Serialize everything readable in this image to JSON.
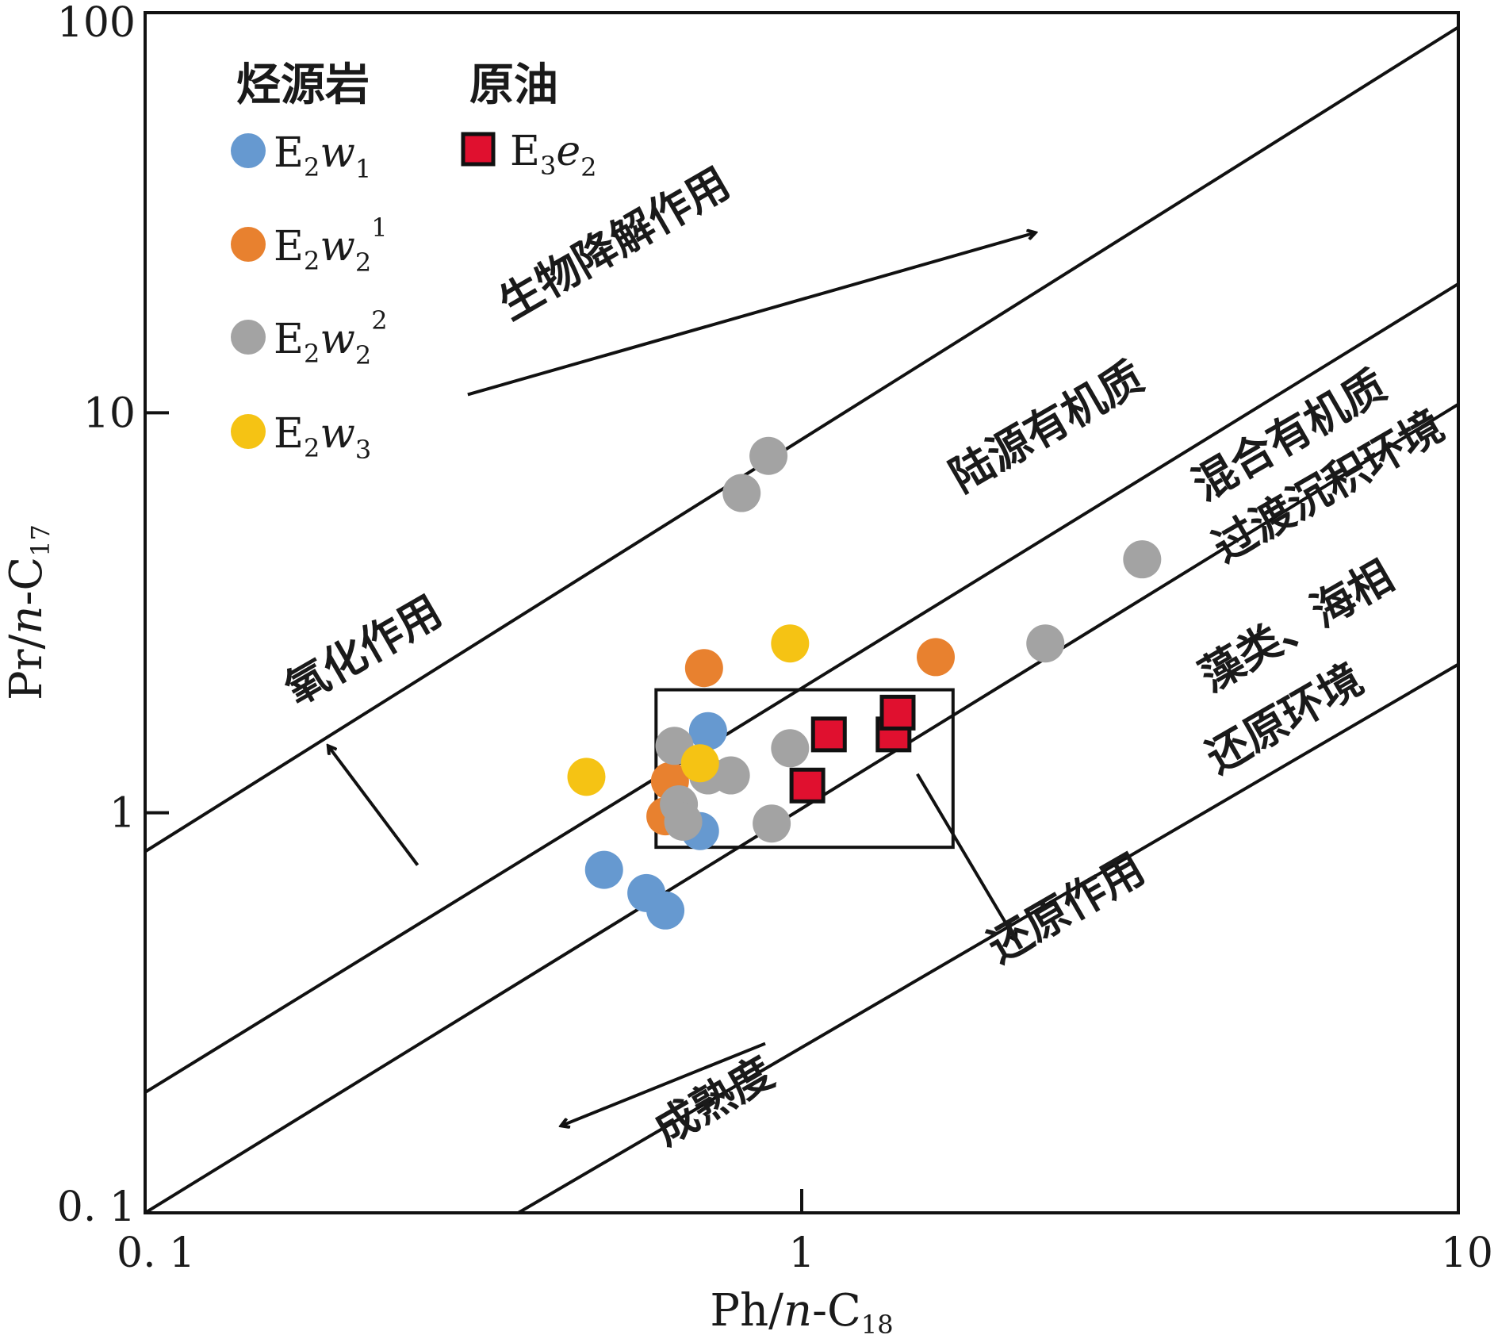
{
  "chart_data": {
    "type": "scatter",
    "xscale": "log",
    "yscale": "log",
    "xlim": [
      0.1,
      10
    ],
    "ylim": [
      0.1,
      100
    ],
    "grid": false,
    "xlabel": {
      "main": "Ph/",
      "italic": "n",
      "rest": "-C",
      "sub": "18"
    },
    "ylabel": {
      "main": "Pr/",
      "italic": "n",
      "rest": "-C",
      "sub": "17"
    },
    "xticks": [
      {
        "value": 0.1,
        "label": "0. 1"
      },
      {
        "value": 1,
        "label": "1"
      },
      {
        "value": 10,
        "label": "10"
      }
    ],
    "yticks": [
      {
        "value": 0.1,
        "label": "0. 1"
      },
      {
        "value": 1,
        "label": "1"
      },
      {
        "value": 10,
        "label": "10"
      },
      {
        "value": 100,
        "label": "100"
      }
    ],
    "legend": {
      "placement": "top-left",
      "source_rock_header": "烃源岩",
      "crude_oil_header": "原油"
    },
    "boundary_lines": [
      {
        "points": [
          [
            0.1,
            0.8
          ],
          [
            10,
            92
          ]
        ]
      },
      {
        "points": [
          [
            0.1,
            0.2
          ],
          [
            10,
            21
          ]
        ]
      },
      {
        "points": [
          [
            0.1,
            0.1
          ],
          [
            10,
            10.5
          ]
        ]
      },
      {
        "points": [
          [
            0.37,
            0.1
          ],
          [
            10,
            2.35
          ]
        ]
      }
    ],
    "highlight_box": {
      "x": [
        0.6,
        1.7
      ],
      "y": [
        0.82,
        2.03
      ]
    },
    "region_labels": [
      {
        "text": "生物降解作用",
        "x": 0.36,
        "y": 17,
        "angle": -30
      },
      {
        "text": "陆源有机质",
        "x": 1.75,
        "y": 6.3,
        "angle": -30
      },
      {
        "text": "混合有机质",
        "x": 4.1,
        "y": 6.0,
        "angle": -30
      },
      {
        "text": "过渡沉积环境",
        "x": 4.4,
        "y": 4.2,
        "angle": -30
      },
      {
        "text": "藻类、海相",
        "x": 4.2,
        "y": 2.0,
        "angle": -30
      },
      {
        "text": "还原环境",
        "x": 4.3,
        "y": 1.25,
        "angle": -30
      },
      {
        "text": "氧化作用",
        "x": 0.17,
        "y": 1.85,
        "angle": -30
      },
      {
        "text": "还原作用",
        "x": 2.0,
        "y": 0.42,
        "angle": -30
      },
      {
        "text": "成熟度",
        "x": 0.62,
        "y": 0.147,
        "angle": -30
      }
    ],
    "arrows": [
      {
        "from": [
          0.26,
          0.74
        ],
        "to": [
          0.19,
          1.47
        ]
      },
      {
        "from": [
          1.5,
          1.25
        ],
        "to": [
          2.12,
          0.48
        ]
      },
      {
        "from": [
          0.31,
          11.1
        ],
        "to": [
          2.27,
          28.2
        ]
      },
      {
        "from": [
          0.88,
          0.265
        ],
        "to": [
          0.43,
          0.165
        ]
      }
    ],
    "series": [
      {
        "name_main": "E",
        "name_sub": "2",
        "name_ital": "w",
        "name_sub2": "1",
        "name_sup": "",
        "marker": "circle",
        "color": "#6699d0",
        "points": [
          [
            0.72,
            1.6
          ],
          [
            0.7,
            0.9
          ],
          [
            0.5,
            0.72
          ],
          [
            0.58,
            0.63
          ],
          [
            0.62,
            0.57
          ]
        ]
      },
      {
        "name_main": "E",
        "name_sub": "2",
        "name_ital": "w",
        "name_sub2": "2",
        "name_sup": "1",
        "marker": "circle",
        "color": "#e8812f",
        "points": [
          [
            0.71,
            2.3
          ],
          [
            1.6,
            2.45
          ],
          [
            0.63,
            1.2
          ],
          [
            0.62,
            0.98
          ]
        ]
      },
      {
        "name_main": "E",
        "name_sub": "2",
        "name_ital": "w",
        "name_sub2": "2",
        "name_sup": "2",
        "marker": "circle",
        "color": "#a3a3a3",
        "points": [
          [
            0.89,
            7.8
          ],
          [
            0.81,
            6.3
          ],
          [
            3.3,
            4.3
          ],
          [
            2.35,
            2.65
          ],
          [
            0.64,
            1.47
          ],
          [
            0.72,
            1.24
          ],
          [
            0.78,
            1.24
          ],
          [
            0.96,
            1.45
          ],
          [
            0.65,
            1.05
          ],
          [
            0.9,
            0.94
          ],
          [
            0.66,
            0.95
          ]
        ]
      },
      {
        "name_main": "E",
        "name_sub": "2",
        "name_ital": "w",
        "name_sub2": "3",
        "name_sup": "",
        "marker": "circle",
        "color": "#f5c314",
        "points": [
          [
            0.96,
            2.65
          ],
          [
            0.47,
            1.23
          ],
          [
            0.7,
            1.33
          ]
        ]
      },
      {
        "name_main": "E",
        "name_sub": "3",
        "name_ital": "e",
        "name_sub2": "2",
        "name_sup": "",
        "marker": "square",
        "color": "#e0102f",
        "edgecolor": "#111111",
        "points": [
          [
            1.1,
            1.57
          ],
          [
            1.38,
            1.57
          ],
          [
            1.4,
            1.78
          ],
          [
            1.02,
            1.17
          ]
        ]
      }
    ]
  }
}
